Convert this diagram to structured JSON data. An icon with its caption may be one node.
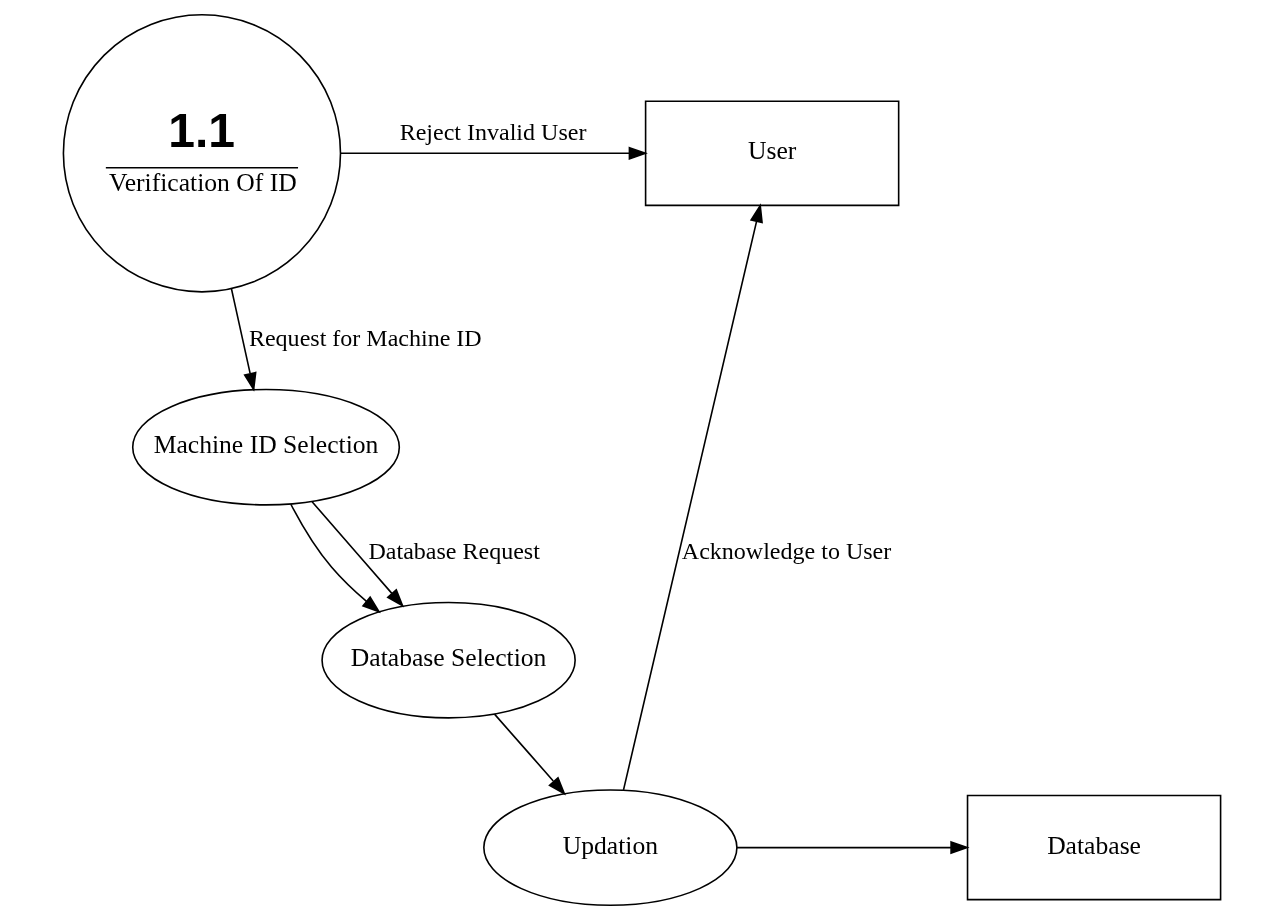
{
  "diagram": {
    "nodes": [
      {
        "text": [
          "User"
        ]
      },
      {
        "text": [
          "1.1",
          "Verification Of ID"
        ]
      },
      {
        "text": [
          "Machine ID Selection"
        ]
      },
      {
        "text": [
          "Database Selection"
        ]
      },
      {
        "text": [
          "Updation"
        ]
      },
      {
        "text": [
          "Database"
        ]
      }
    ],
    "edges": [
      {
        "from": 1,
        "to": 0,
        "arrow": "to",
        "label": "Reject Invalid User"
      },
      {
        "from": 1,
        "to": 2,
        "arrow": "to",
        "label": "Request for Machine ID"
      },
      {
        "from": 2,
        "to": 3,
        "arrow": "to"
      },
      {
        "from": 2,
        "to": 3,
        "arrow": "to",
        "label": "Database Request"
      },
      {
        "from": 3,
        "to": 4,
        "arrow": "to"
      },
      {
        "from": 4,
        "to": 0,
        "arrow": "to",
        "label": "Acknowledge to User"
      },
      {
        "from": 4,
        "to": 5,
        "arrow": "to"
      }
    ]
  }
}
